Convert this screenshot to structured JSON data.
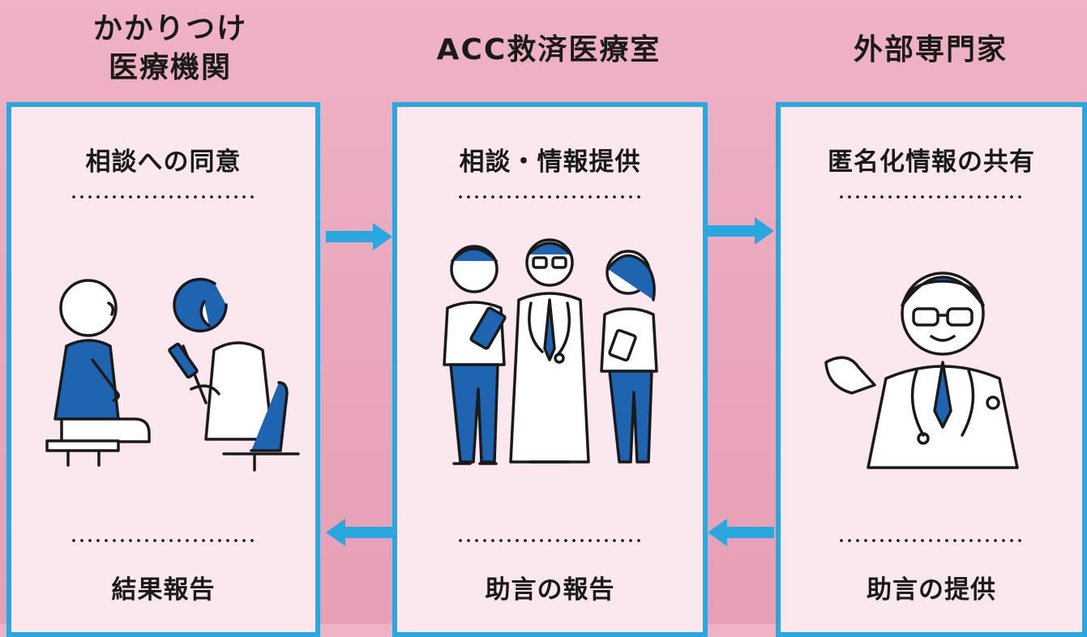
{
  "columns": [
    {
      "title_line1": "かかりつけ",
      "title_line2": "医療機関",
      "heading": "相談への同意",
      "footer": "結果報告"
    },
    {
      "title_line1": "ACC救済医療室",
      "heading": "相談・情報提供",
      "footer": "助言の報告"
    },
    {
      "title_line1": "外部専門家",
      "heading": "匿名化情報の共有",
      "footer": "助言の提供"
    }
  ],
  "colors": {
    "background": "#eaa6bb",
    "panel_border": "#2aa7de",
    "panel_fill": "#fbe7ee",
    "arrow": "#2aa7de",
    "illustration_accent": "#1f64b0"
  },
  "icons": {
    "panel1": "patient-consulting-doctor",
    "panel2": "medical-team",
    "panel3": "specialist-doctor",
    "arrows": [
      "arrow-right",
      "arrow-right",
      "arrow-left",
      "arrow-left"
    ]
  }
}
